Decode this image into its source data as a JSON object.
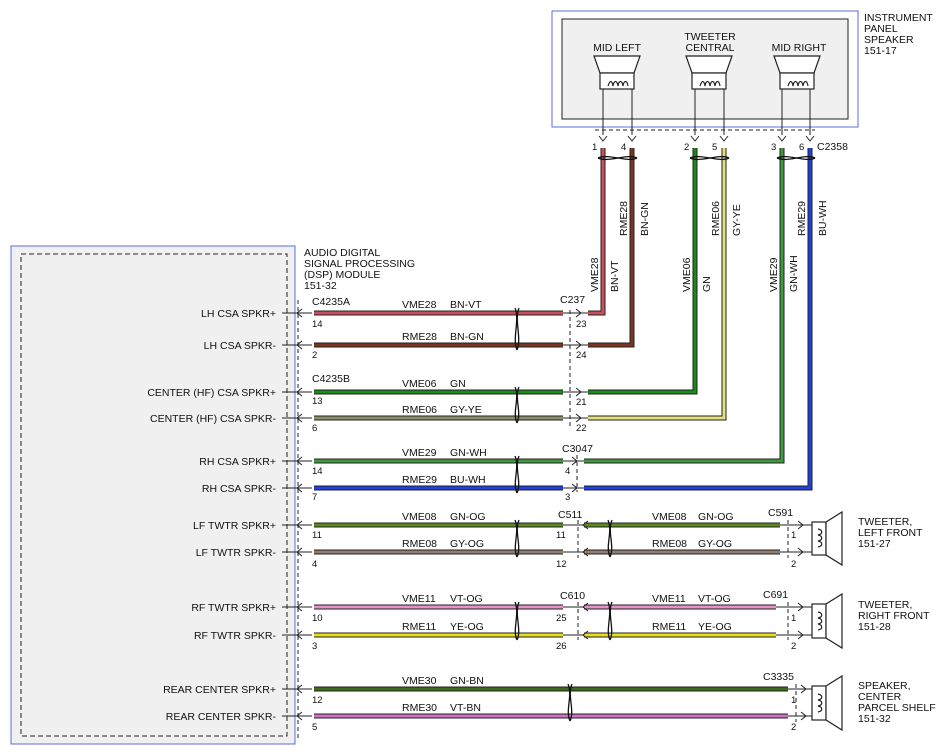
{
  "dsp_module": {
    "title_lines": [
      "AUDIO DIGITAL",
      "SIGNAL PROCESSING",
      "(DSP) MODULE",
      "151-32"
    ],
    "connector_a": "C4235A",
    "connector_b": "C4235B",
    "pins": [
      {
        "label": "LH CSA SPKR+",
        "pin": "14"
      },
      {
        "label": "LH CSA SPKR-",
        "pin": "2"
      },
      {
        "label": "CENTER (HF) CSA SPKR+",
        "pin": "13"
      },
      {
        "label": "CENTER (HF) CSA SPKR-",
        "pin": "6"
      },
      {
        "label": "RH CSA SPKR+",
        "pin": "14"
      },
      {
        "label": "RH CSA SPKR-",
        "pin": "7"
      },
      {
        "label": "LF TWTR SPKR+",
        "pin": "11"
      },
      {
        "label": "LF TWTR SPKR-",
        "pin": "4"
      },
      {
        "label": "RF TWTR SPKR+",
        "pin": "10"
      },
      {
        "label": "RF TWTR SPKR-",
        "pin": "3"
      },
      {
        "label": "REAR CENTER SPKR+",
        "pin": "12"
      },
      {
        "label": "REAR CENTER SPKR-",
        "pin": "5"
      }
    ]
  },
  "wires": [
    {
      "circuit": "VME28",
      "color_code": "BN-VT",
      "color": "#c8505a"
    },
    {
      "circuit": "RME28",
      "color_code": "BN-GN",
      "color": "#7a3520"
    },
    {
      "circuit": "VME06",
      "color_code": "GN",
      "color": "#1a8a1a"
    },
    {
      "circuit": "RME06",
      "color_code": "GY-YE",
      "color": "#8f8f6a"
    },
    {
      "circuit": "VME29",
      "color_code": "GN-WH",
      "color": "#3f9a3f"
    },
    {
      "circuit": "RME29",
      "color_code": "BU-WH",
      "color": "#2040e0"
    },
    {
      "circuit": "VME08",
      "color_code": "GN-OG",
      "color": "#5c8a1e"
    },
    {
      "circuit": "RME08",
      "color_code": "GY-OG",
      "color": "#8e8070"
    },
    {
      "circuit": "VME11",
      "color_code": "VT-OG",
      "color": "#e890c8"
    },
    {
      "circuit": "RME11",
      "color_code": "YE-OG",
      "color": "#e6e020"
    },
    {
      "circuit": "VME30",
      "color_code": "GN-BN",
      "color": "#3d6a1a"
    },
    {
      "circuit": "RME30",
      "color_code": "VT-BN",
      "color": "#d070c8"
    }
  ],
  "inline_connectors": {
    "c237": {
      "name": "C237",
      "pins": [
        "23",
        "24",
        "21",
        "22"
      ]
    },
    "c3047": {
      "name": "C3047",
      "pins": [
        "4",
        "3"
      ]
    },
    "c511": {
      "name": "C511",
      "pins": [
        "11",
        "12"
      ]
    },
    "c610": {
      "name": "C610",
      "pins": [
        "25",
        "26"
      ]
    }
  },
  "instrument_panel": {
    "title_lines": [
      "INSTRUMENT",
      "PANEL",
      "SPEAKER",
      "151-17"
    ],
    "connector": "C2358",
    "speakers": [
      {
        "label_lines": [
          "MID LEFT"
        ],
        "pins": [
          "1",
          "4"
        ]
      },
      {
        "label_lines": [
          "TWEETER",
          "CENTRAL"
        ],
        "pins": [
          "2",
          "5"
        ]
      },
      {
        "label_lines": [
          "MID RIGHT"
        ],
        "pins": [
          "3",
          "6"
        ]
      }
    ]
  },
  "tweeters": [
    {
      "connector": "C591",
      "pins": [
        "1",
        "2"
      ],
      "title_lines": [
        "TWEETER,",
        "LEFT FRONT",
        "151-27"
      ]
    },
    {
      "connector": "C691",
      "pins": [
        "1",
        "2"
      ],
      "title_lines": [
        "TWEETER,",
        "RIGHT FRONT",
        "151-28"
      ]
    },
    {
      "connector": "C3335",
      "pins": [
        "1",
        "2"
      ],
      "title_lines": [
        "SPEAKER,",
        "CENTER",
        "PARCEL SHELF",
        "151-32"
      ]
    }
  ]
}
